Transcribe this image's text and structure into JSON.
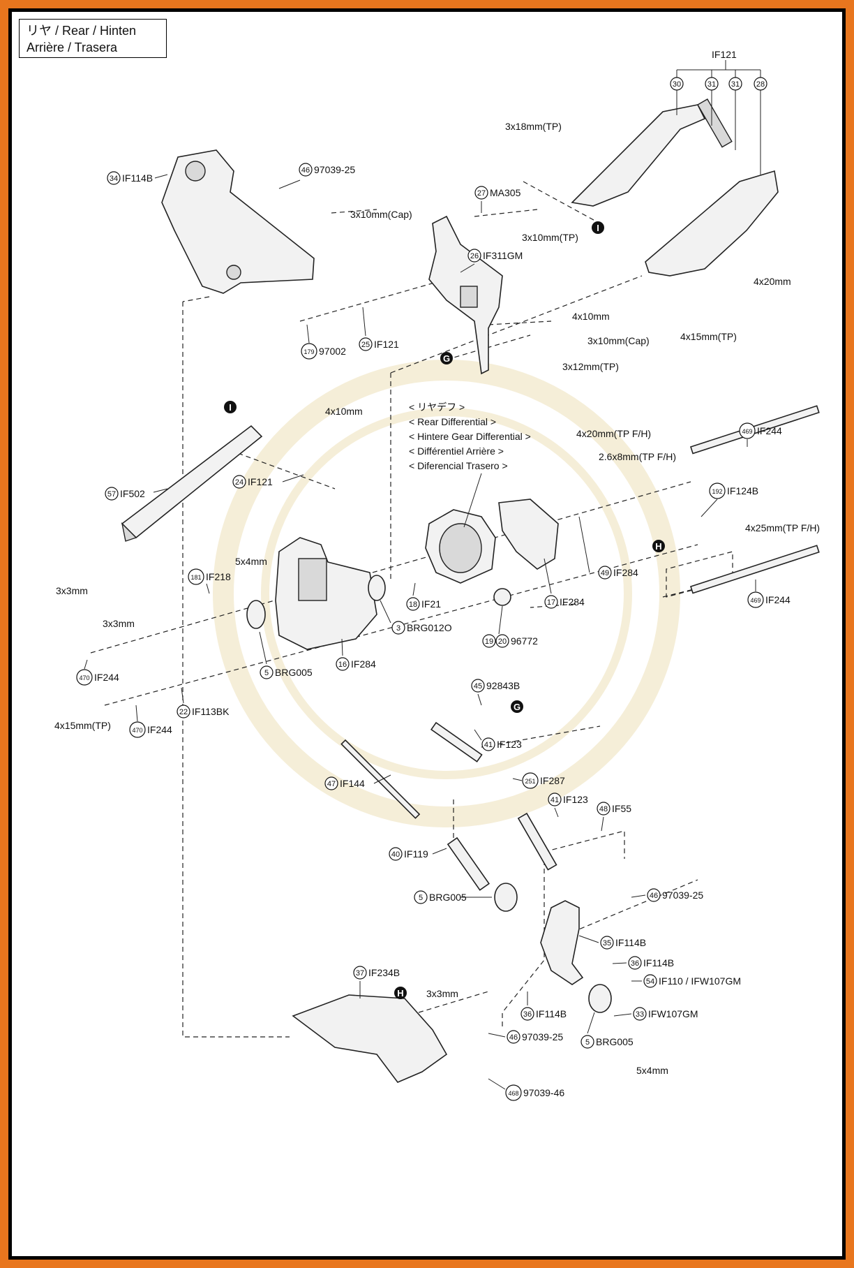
{
  "title": {
    "line1": "リヤ /  Rear / Hinten",
    "line2": "Arrière / Trasera"
  },
  "differential_title": [
    "< リヤデフ >",
    "< Rear Differential >",
    "< Hintere Gear Differential >",
    "< Différentiel Arrière >",
    "< Diferencial Trasero >"
  ],
  "top_group": {
    "code": "IF121",
    "refs": [
      "30",
      "31",
      "31",
      "28"
    ]
  },
  "markers": {
    "I": "I",
    "G": "G",
    "H": "H"
  },
  "callouts": [
    {
      "id": "c34",
      "num": "34",
      "code": "IF114B"
    },
    {
      "id": "c46a",
      "num": "46",
      "code": "97039-25"
    },
    {
      "id": "c27",
      "num": "27",
      "code": "MA305"
    },
    {
      "id": "c26",
      "num": "26",
      "code": "IF311GM"
    },
    {
      "id": "c25",
      "num": "25",
      "code": "IF121"
    },
    {
      "id": "c179",
      "num": "179",
      "code": "97002"
    },
    {
      "id": "c57",
      "num": "57",
      "code": "IF502"
    },
    {
      "id": "c24",
      "num": "24",
      "code": "IF121"
    },
    {
      "id": "c469a",
      "num": "469",
      "code": "IF244"
    },
    {
      "id": "c192",
      "num": "192",
      "code": "IF124B"
    },
    {
      "id": "c181",
      "num": "181",
      "code": "IF218"
    },
    {
      "id": "c18",
      "num": "18",
      "code": "IF21"
    },
    {
      "id": "c3",
      "num": "3",
      "code": "BRG012O"
    },
    {
      "id": "c49",
      "num": "49",
      "code": "IF284"
    },
    {
      "id": "c17",
      "num": "17",
      "code": "IF284"
    },
    {
      "id": "c469b",
      "num": "469",
      "code": "IF244"
    },
    {
      "id": "c470a",
      "num": "470",
      "code": "IF244"
    },
    {
      "id": "c5a",
      "num": "5",
      "code": "BRG005"
    },
    {
      "id": "c16",
      "num": "16",
      "code": "IF284"
    },
    {
      "id": "c22",
      "num": "22",
      "code": "IF113BK"
    },
    {
      "id": "c470b",
      "num": "470",
      "code": "IF244"
    },
    {
      "id": "c45",
      "num": "45",
      "code": "92843B"
    },
    {
      "id": "c41a",
      "num": "41",
      "code": "IF123"
    },
    {
      "id": "c47",
      "num": "47",
      "code": "IF144"
    },
    {
      "id": "c251",
      "num": "251",
      "code": "IF287"
    },
    {
      "id": "c41b",
      "num": "41",
      "code": "IF123"
    },
    {
      "id": "c48",
      "num": "48",
      "code": "IF55"
    },
    {
      "id": "c40",
      "num": "40",
      "code": "IF119"
    },
    {
      "id": "c5b",
      "num": "5",
      "code": "BRG005"
    },
    {
      "id": "c46b",
      "num": "46",
      "code": "97039-25"
    },
    {
      "id": "c35",
      "num": "35",
      "code": "IF114B"
    },
    {
      "id": "c36a",
      "num": "36",
      "code": "IF114B"
    },
    {
      "id": "c54",
      "num": "54",
      "code": "IF110 / IFW107GM"
    },
    {
      "id": "c37",
      "num": "37",
      "code": "IF234B"
    },
    {
      "id": "c36b",
      "num": "36",
      "code": "IF114B"
    },
    {
      "id": "c33",
      "num": "33",
      "code": "IFW107GM"
    },
    {
      "id": "c46c",
      "num": "46",
      "code": "97039-25"
    },
    {
      "id": "c5c",
      "num": "5",
      "code": "BRG005"
    },
    {
      "id": "c468",
      "num": "468",
      "code": "97039-46"
    }
  ],
  "dual_callout": {
    "nums": [
      "19",
      "20"
    ],
    "code": "96772"
  },
  "hardware": [
    {
      "id": "h1",
      "text": "3x18mm(TP)"
    },
    {
      "id": "h2",
      "text": "3x10mm(Cap)"
    },
    {
      "id": "h3",
      "text": "3x10mm(TP)"
    },
    {
      "id": "h4",
      "text": "4x20mm"
    },
    {
      "id": "h5",
      "text": "4x10mm"
    },
    {
      "id": "h6",
      "text": "3x10mm(Cap)"
    },
    {
      "id": "h7",
      "text": "4x15mm(TP)"
    },
    {
      "id": "h8",
      "text": "3x12mm(TP)"
    },
    {
      "id": "h9",
      "text": "4x10mm"
    },
    {
      "id": "h10",
      "text": "4x20mm(TP F/H)"
    },
    {
      "id": "h11",
      "text": "2.6x8mm(TP F/H)"
    },
    {
      "id": "h12",
      "text": "4x25mm(TP F/H)"
    },
    {
      "id": "h13",
      "text": "5x4mm"
    },
    {
      "id": "h14",
      "text": "3x3mm"
    },
    {
      "id": "h15",
      "text": "3x3mm"
    },
    {
      "id": "h16",
      "text": "4x15mm(TP)"
    },
    {
      "id": "h17",
      "text": "3x3mm"
    },
    {
      "id": "h18",
      "text": "5x4mm"
    }
  ]
}
